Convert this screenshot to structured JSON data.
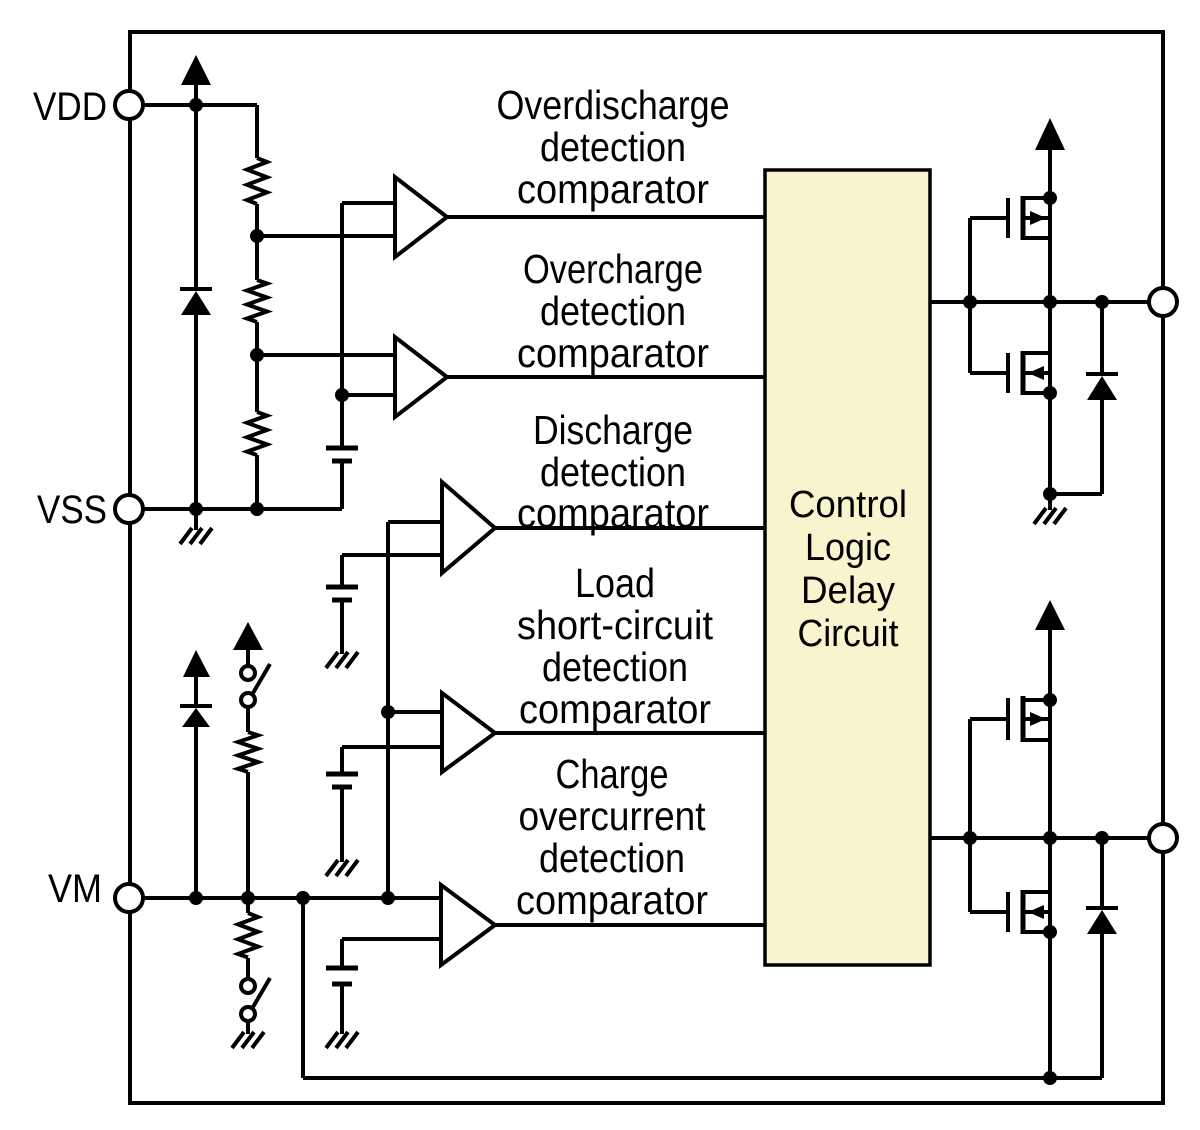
{
  "colors": {
    "line": "#000000",
    "text": "#000000",
    "control_block_fill": "#f8f4cd",
    "background": "#ffffff"
  },
  "pins": {
    "vdd": "VDD",
    "vss": "VSS",
    "vm": "VM"
  },
  "comparators": [
    {
      "name": "overdischarge-detection-comparator",
      "lines": [
        "Overdischarge",
        "detection",
        "comparator"
      ]
    },
    {
      "name": "overcharge-detection-comparator",
      "lines": [
        "Overcharge",
        "detection",
        "comparator"
      ]
    },
    {
      "name": "discharge-detection-comparator",
      "lines": [
        "Discharge",
        "detection",
        "comparator"
      ]
    },
    {
      "name": "load-short-circuit-detection-comparator",
      "lines": [
        "Load",
        "short-circuit",
        "detection",
        "comparator"
      ]
    },
    {
      "name": "charge-overcurrent-detection-comparator",
      "lines": [
        "Charge",
        "overcurrent",
        "detection",
        "comparator"
      ]
    }
  ],
  "control_block": {
    "lines": [
      "Control",
      "Logic",
      "Delay",
      "Circuit"
    ]
  }
}
